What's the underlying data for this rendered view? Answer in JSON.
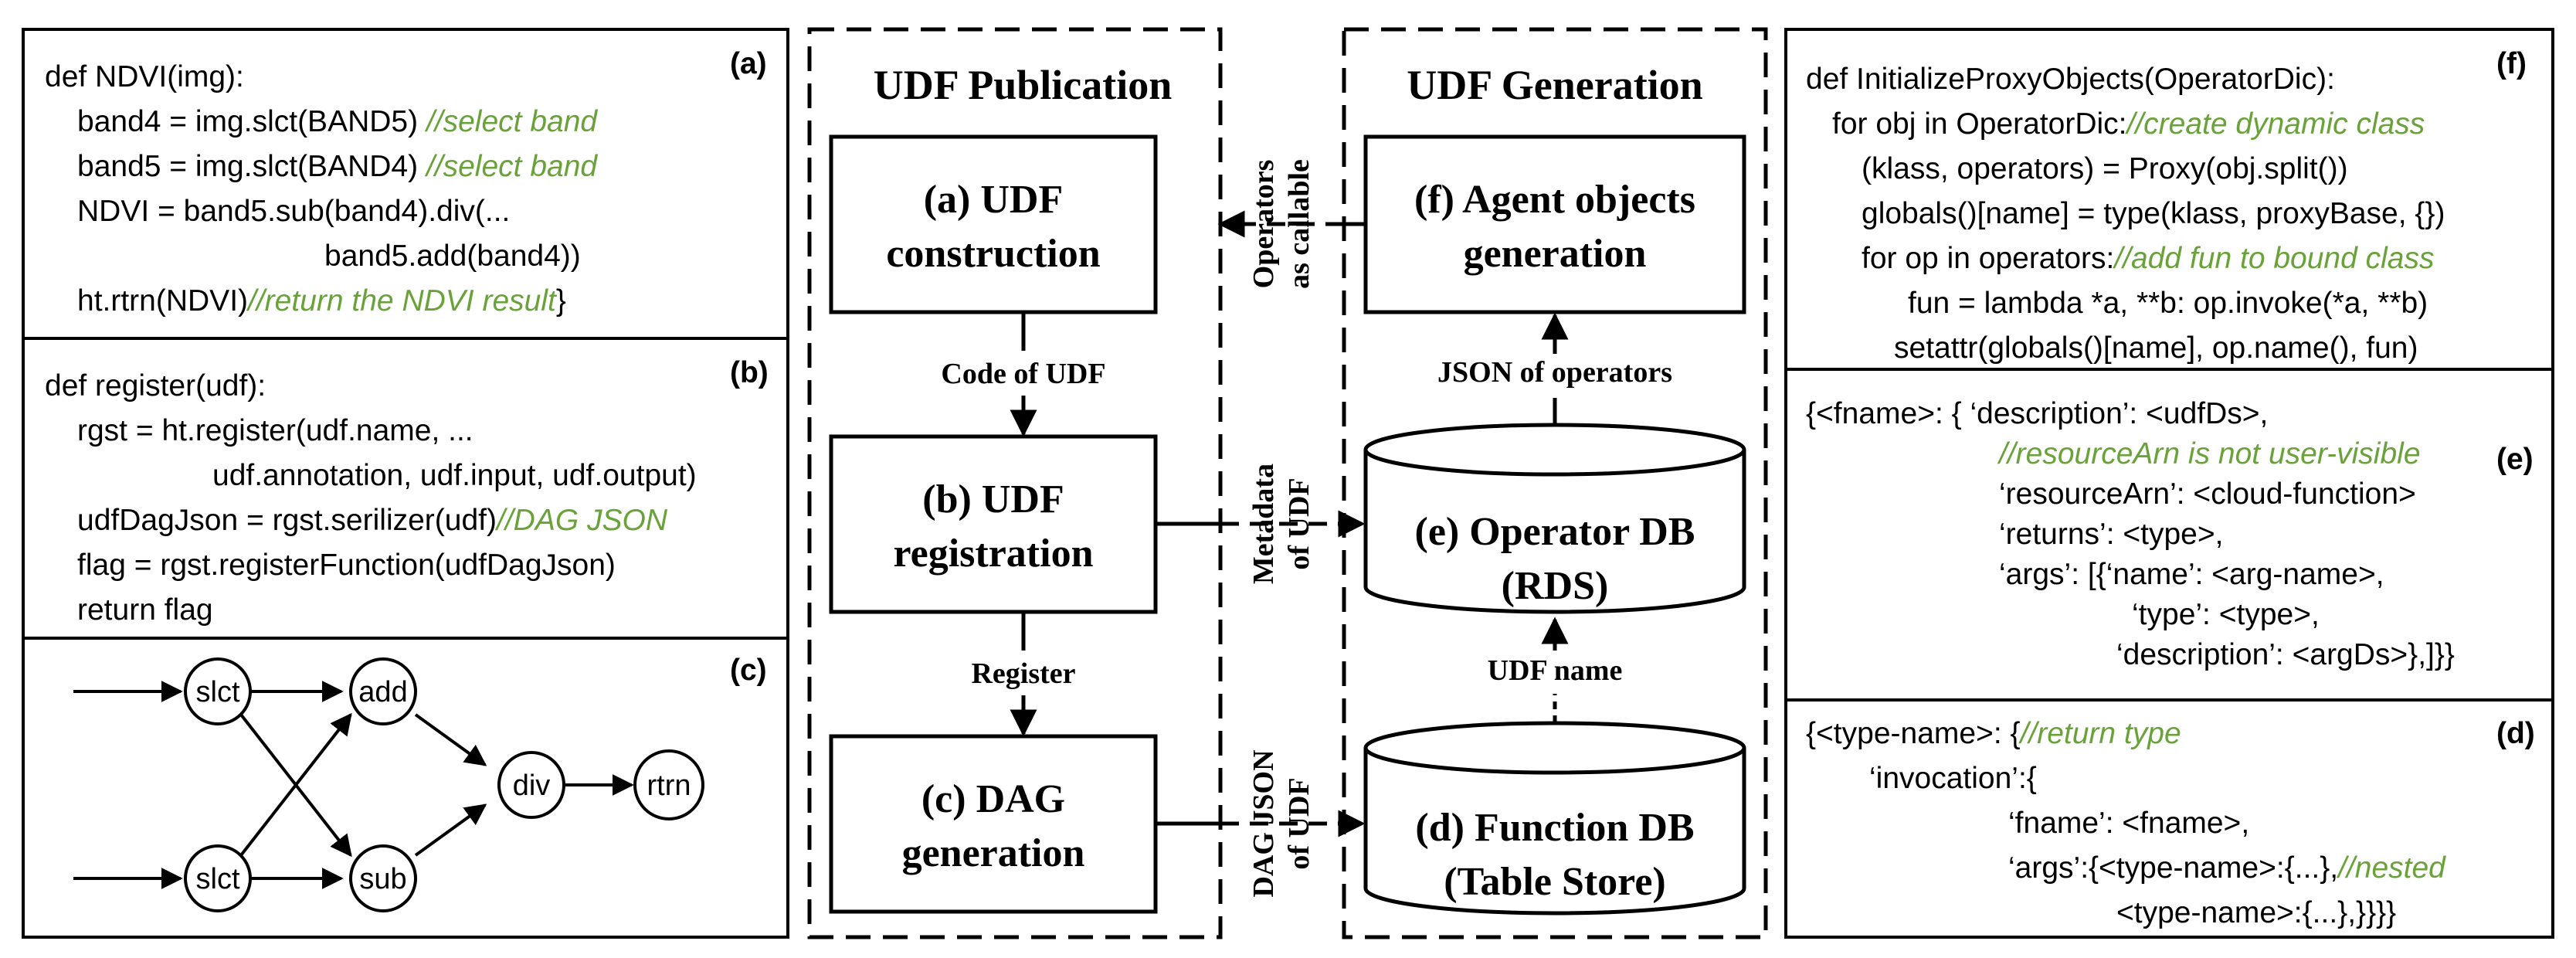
{
  "panel_a": {
    "tag": "(a)",
    "lines": [
      {
        "code": "def NDVI(img):",
        "comment": ""
      },
      {
        "code": "band4 = img.slct(BAND5) ",
        "comment": "//select band"
      },
      {
        "code": "band5 = img.slct(BAND4) ",
        "comment": "//select band"
      },
      {
        "code": "NDVI = band5.sub(band4).div(...",
        "comment": ""
      },
      {
        "code": "band5.add(band4))",
        "comment": ""
      },
      {
        "code": "ht.rtrn(NDVI)",
        "comment": "//return the NDVI result",
        "code_tail": "}"
      }
    ]
  },
  "panel_b": {
    "tag": "(b)",
    "lines": [
      {
        "code": "def register(udf):",
        "comment": ""
      },
      {
        "code": "rgst = ht.register(udf.name, ...",
        "comment": ""
      },
      {
        "code": "udf.annotation, udf.input, udf.output)",
        "comment": ""
      },
      {
        "code": "udfDagJson = rgst.serilizer(udf)",
        "comment": "//DAG JSON"
      },
      {
        "code": "flag = rgst.registerFunction(udfDagJson)",
        "comment": ""
      },
      {
        "code": "return flag",
        "comment": ""
      }
    ]
  },
  "panel_c": {
    "tag": "(c)",
    "nodes": [
      "slct",
      "slct",
      "add",
      "sub",
      "div",
      "rtrn"
    ]
  },
  "publication": {
    "title": "UDF Publication",
    "box_a": [
      "(a) UDF",
      "construction"
    ],
    "box_b": [
      "(b) UDF",
      "registration"
    ],
    "box_c": [
      "(c) DAG",
      "generation"
    ],
    "edge_ab": "Code of UDF",
    "edge_bc": "Register"
  },
  "generation": {
    "title": "UDF Generation",
    "box_f": [
      "(f) Agent objects",
      "generation"
    ],
    "box_e": [
      "(e) Operator DB",
      "(RDS)"
    ],
    "box_d": [
      "(d) Function DB",
      "(Table Store)"
    ],
    "edge_ef": "JSON of operators",
    "edge_de": "UDF name"
  },
  "cross_labels": {
    "operators": [
      "Operators",
      "as callable"
    ],
    "metadata": [
      "Metadata",
      "of UDF"
    ],
    "dagjson": [
      "DAG JSON",
      "of UDF"
    ]
  },
  "panel_f": {
    "tag": "(f)",
    "lines": [
      {
        "code": "def InitializeProxyObjects(OperatorDic):",
        "comment": ""
      },
      {
        "code": "for obj in OperatorDic:",
        "comment": "//create dynamic class"
      },
      {
        "code": "(klass, operators) = Proxy(obj.split())",
        "comment": ""
      },
      {
        "code": "globals()[name] = type(klass, proxyBase, {})",
        "comment": ""
      },
      {
        "code": "for op in operators:",
        "comment": "//add fun to bound class"
      },
      {
        "code": "fun = lambda *a, **b: op.invoke(*a, **b)",
        "comment": ""
      },
      {
        "code": "setattr(globals()[name], op.name(), fun)",
        "comment": ""
      }
    ]
  },
  "panel_e": {
    "tag": "(e)",
    "lines": [
      {
        "code": "{<fname>: { ‘description’: <udfDs>,",
        "comment": ""
      },
      {
        "code": "",
        "comment": "//resourceArn is not user-visible"
      },
      {
        "code": "‘resourceArn’: <cloud-function>",
        "comment": ""
      },
      {
        "code": "‘returns’: <type>,",
        "comment": ""
      },
      {
        "code": "‘args’: [{‘name’: <arg-name>,",
        "comment": ""
      },
      {
        "code": "‘type’: <type>,",
        "comment": ""
      },
      {
        "code": "‘description’: <argDs>},]}}",
        "comment": ""
      }
    ]
  },
  "panel_d": {
    "tag": "(d)",
    "lines": [
      {
        "code": "{<type-name>: {",
        "comment": "//return type"
      },
      {
        "code": "‘invocation’:{",
        "comment": ""
      },
      {
        "code": "‘fname’: <fname>,",
        "comment": ""
      },
      {
        "code": "‘args’:{<type-name>:{...},",
        "comment": "//nested"
      },
      {
        "code": "<type-name>:{...},}}}}",
        "comment": ""
      }
    ]
  }
}
